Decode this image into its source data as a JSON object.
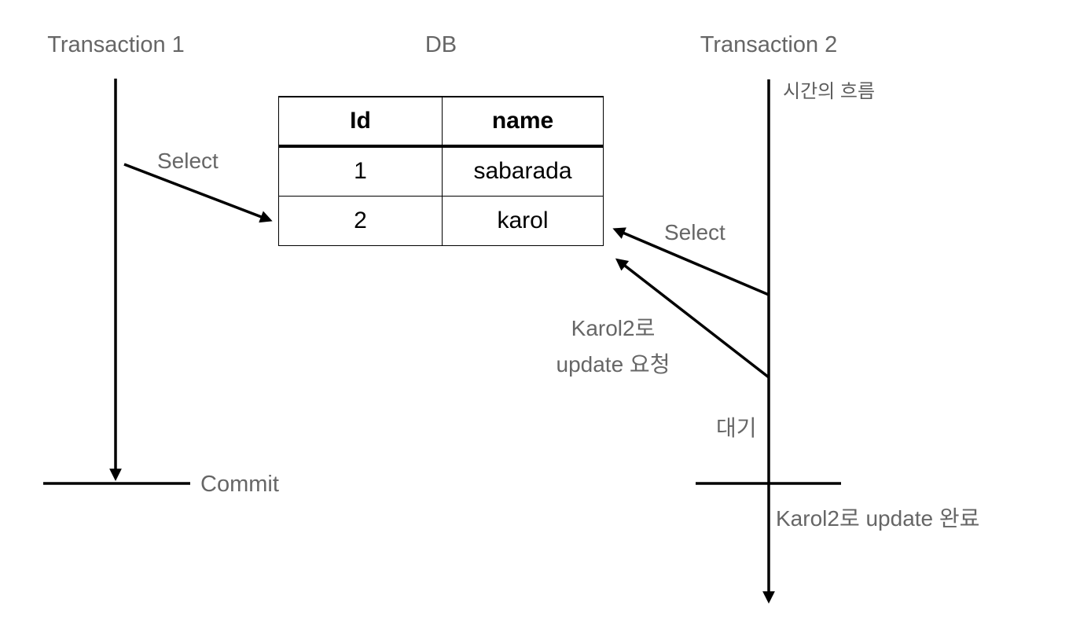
{
  "diagram": {
    "lanes": {
      "transaction1_title": "Transaction 1",
      "db_title": "DB",
      "transaction2_title": "Transaction 2"
    },
    "labels": {
      "time_flow": "시간의 흐름",
      "select_t1": "Select",
      "select_t2": "Select",
      "update_request_line1": "Karol2로",
      "update_request_line2": "update 요청",
      "wait": "대기",
      "commit": "Commit",
      "update_done": "Karol2로 update 완료"
    },
    "table": {
      "headers": [
        "Id",
        "name"
      ],
      "rows": [
        [
          "1",
          "sabarada"
        ],
        [
          "2",
          "karol"
        ]
      ]
    },
    "colors": {
      "line": "#000000",
      "label_gray": "#666666",
      "background": "#ffffff"
    }
  }
}
